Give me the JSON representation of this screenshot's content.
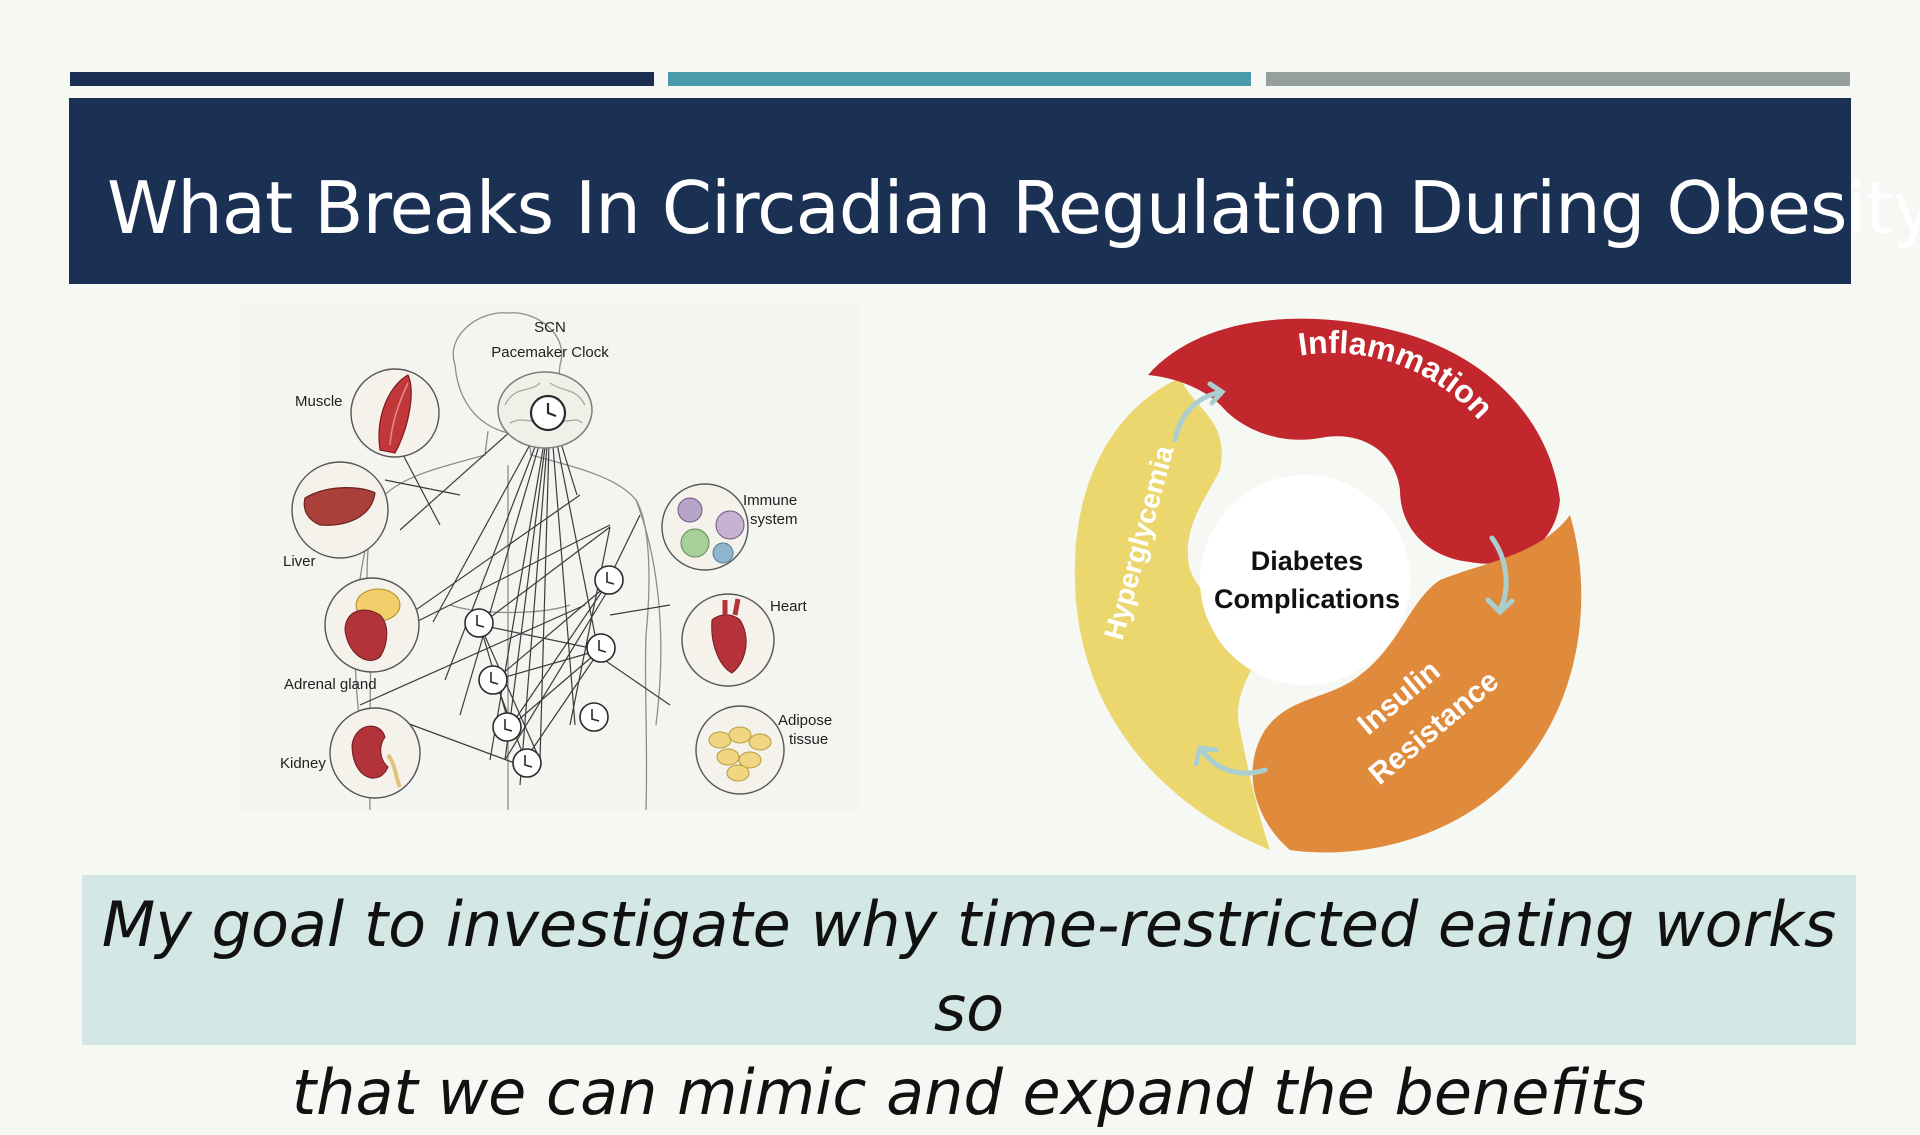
{
  "slide": {
    "title": "What Breaks In Circadian Regulation During Obesity?",
    "goal_line1": "My goal to investigate why time-restricted eating works so",
    "goal_line2": "that we can mimic and expand the benefits",
    "colors": {
      "navy": "#1b3153",
      "teal": "#4a9aab",
      "gray": "#959f9e",
      "goal_bg": "#d3e7e5"
    }
  },
  "clock_diagram": {
    "scn_label_1": "SCN",
    "scn_label_2": "Pacemaker Clock",
    "organs": {
      "muscle": "Muscle",
      "liver": "Liver",
      "adrenal": "Adrenal gland",
      "kidney": "Kidney",
      "immune_1": "Immune",
      "immune_2": "system",
      "heart": "Heart",
      "adipose_1": "Adipose",
      "adipose_2": "tissue"
    }
  },
  "cycle": {
    "center_1": "Diabetes",
    "center_2": "Complications",
    "inflammation": "Inflammation",
    "insulin_1": "Insulin",
    "insulin_2": "Resistance",
    "hyperglycemia": "Hyperglycemia",
    "colors": {
      "inflammation": "#c1272d",
      "insulin": "#e08a3c",
      "hyperglycemia": "#ecd76f",
      "arrow": "#a9cfd0"
    }
  }
}
